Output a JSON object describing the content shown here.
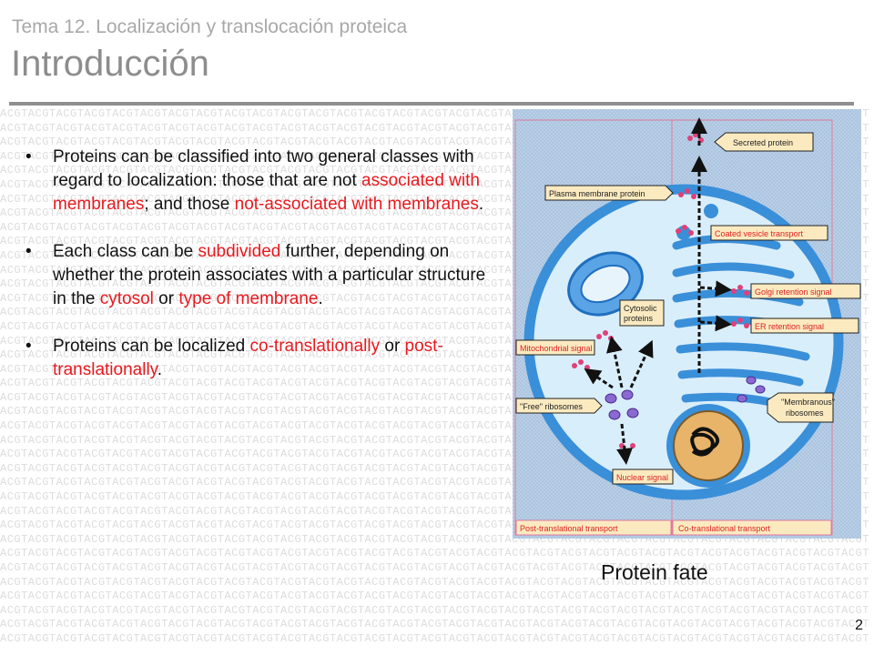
{
  "header": {
    "supertitle": "Tema 12. Localización y translocación proteica",
    "title": "Introducción"
  },
  "bullets": [
    {
      "parts": [
        {
          "text": "Proteins can be classified into two general classes with regard to localization: those that are not ",
          "highlight": false
        },
        {
          "text": "associated with membranes",
          "highlight": true
        },
        {
          "text": "; and those ",
          "highlight": false
        },
        {
          "text": "not-associated with membranes",
          "highlight": true
        },
        {
          "text": ".",
          "highlight": false
        }
      ]
    },
    {
      "parts": [
        {
          "text": "Each class can be ",
          "highlight": false
        },
        {
          "text": "subdivided",
          "highlight": true
        },
        {
          "text": " further, depending on whether the protein associates with a particular structure in the ",
          "highlight": false
        },
        {
          "text": "cytosol",
          "highlight": true
        },
        {
          "text": " or ",
          "highlight": false
        },
        {
          "text": "type of membrane",
          "highlight": true
        },
        {
          "text": ".",
          "highlight": false
        }
      ]
    },
    {
      "parts": [
        {
          "text": "Proteins can be localized ",
          "highlight": false
        },
        {
          "text": "co-translationally",
          "highlight": true
        },
        {
          "text": " or ",
          "highlight": false
        },
        {
          "text": "post-translationally",
          "highlight": true
        },
        {
          "text": ".",
          "highlight": false
        }
      ]
    }
  ],
  "diagram": {
    "labels": {
      "secreted": "Secreted protein",
      "plasma": "Plasma membrane protein",
      "coated": "Coated vesicle transport",
      "golgi": "Golgi retention signal",
      "er": "ER retention signal",
      "cytosolic_1": "Cytosolic",
      "cytosolic_2": "proteins",
      "mito": "Mitochondrial signal",
      "free": "\"Free\" ribosomes",
      "membranous_1": "\"Membranous\"",
      "membranous_2": "ribosomes",
      "nuclear": "Nuclear signal",
      "post": "Post-translational transport",
      "co": "Co-translational transport"
    }
  },
  "caption": "Protein fate",
  "page_number": "2",
  "colors": {
    "highlight": "#e8191e",
    "title": "#8d8d8d",
    "supertitle": "#a8a8a8",
    "rule": "#8f8f8f"
  }
}
